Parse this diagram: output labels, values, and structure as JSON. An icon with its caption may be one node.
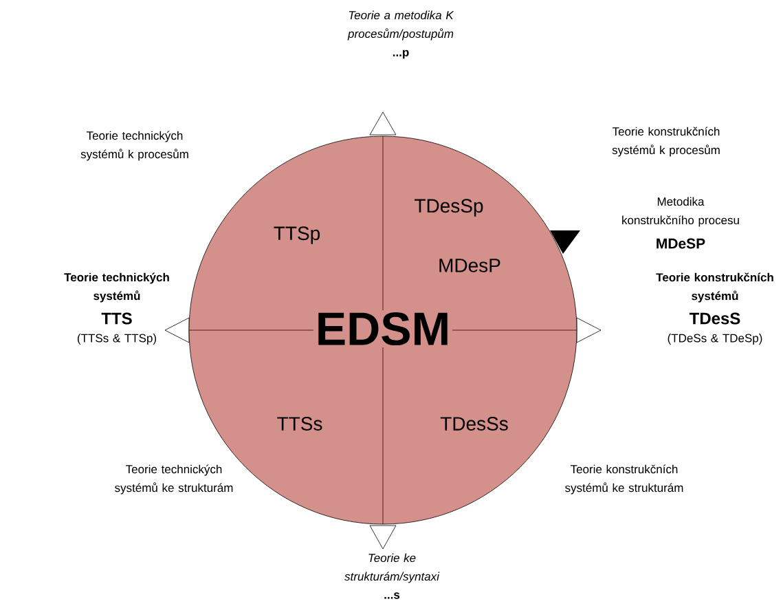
{
  "diagram": {
    "nodes": [
      {
        "text": [
          "EDSM"
        ]
      }
    ],
    "labels": [
      "Teorie a metodika K procesům/postupům",
      "...p",
      "Teorie technických systémů k procesům",
      "Teorie konstrukčních systémů k procesům",
      "TTSp",
      "TDesSp",
      "Metodika konstrukčního procesu",
      "MDeSP",
      "MDesP",
      "Teorie technických systémů",
      "TTS",
      "(TTSs & TTSp)",
      "Teorie konstrukčních systémů",
      "TDesS",
      "(TDeSs & TDeSp)",
      "TTSs",
      "TDesSs",
      "Teorie technických systémů ke strukturám",
      "Teorie konstrukčních systémů ke strukturám",
      "Teorie ke strukturám/syntaxi",
      "...s"
    ]
  }
}
